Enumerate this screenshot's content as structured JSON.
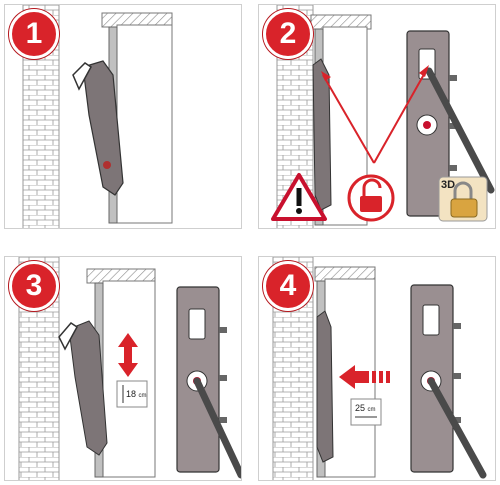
{
  "steps": [
    {
      "number": "1"
    },
    {
      "number": "2",
      "badge_3d": "3D"
    },
    {
      "number": "3",
      "measurement": "18",
      "unit": "cm"
    },
    {
      "number": "4",
      "measurement": "25",
      "unit": "cm"
    }
  ],
  "colors": {
    "accent_red": "#d9232a",
    "warning_red": "#c8102e",
    "metal_grey": "#8a8284",
    "dark_grey": "#4a4a4a",
    "brick": "#c9c9c9"
  },
  "icons": [
    "warning-icon",
    "unlock-icon",
    "padlock-3d-icon",
    "vertical-arrow-icon",
    "push-arrow-icon"
  ]
}
